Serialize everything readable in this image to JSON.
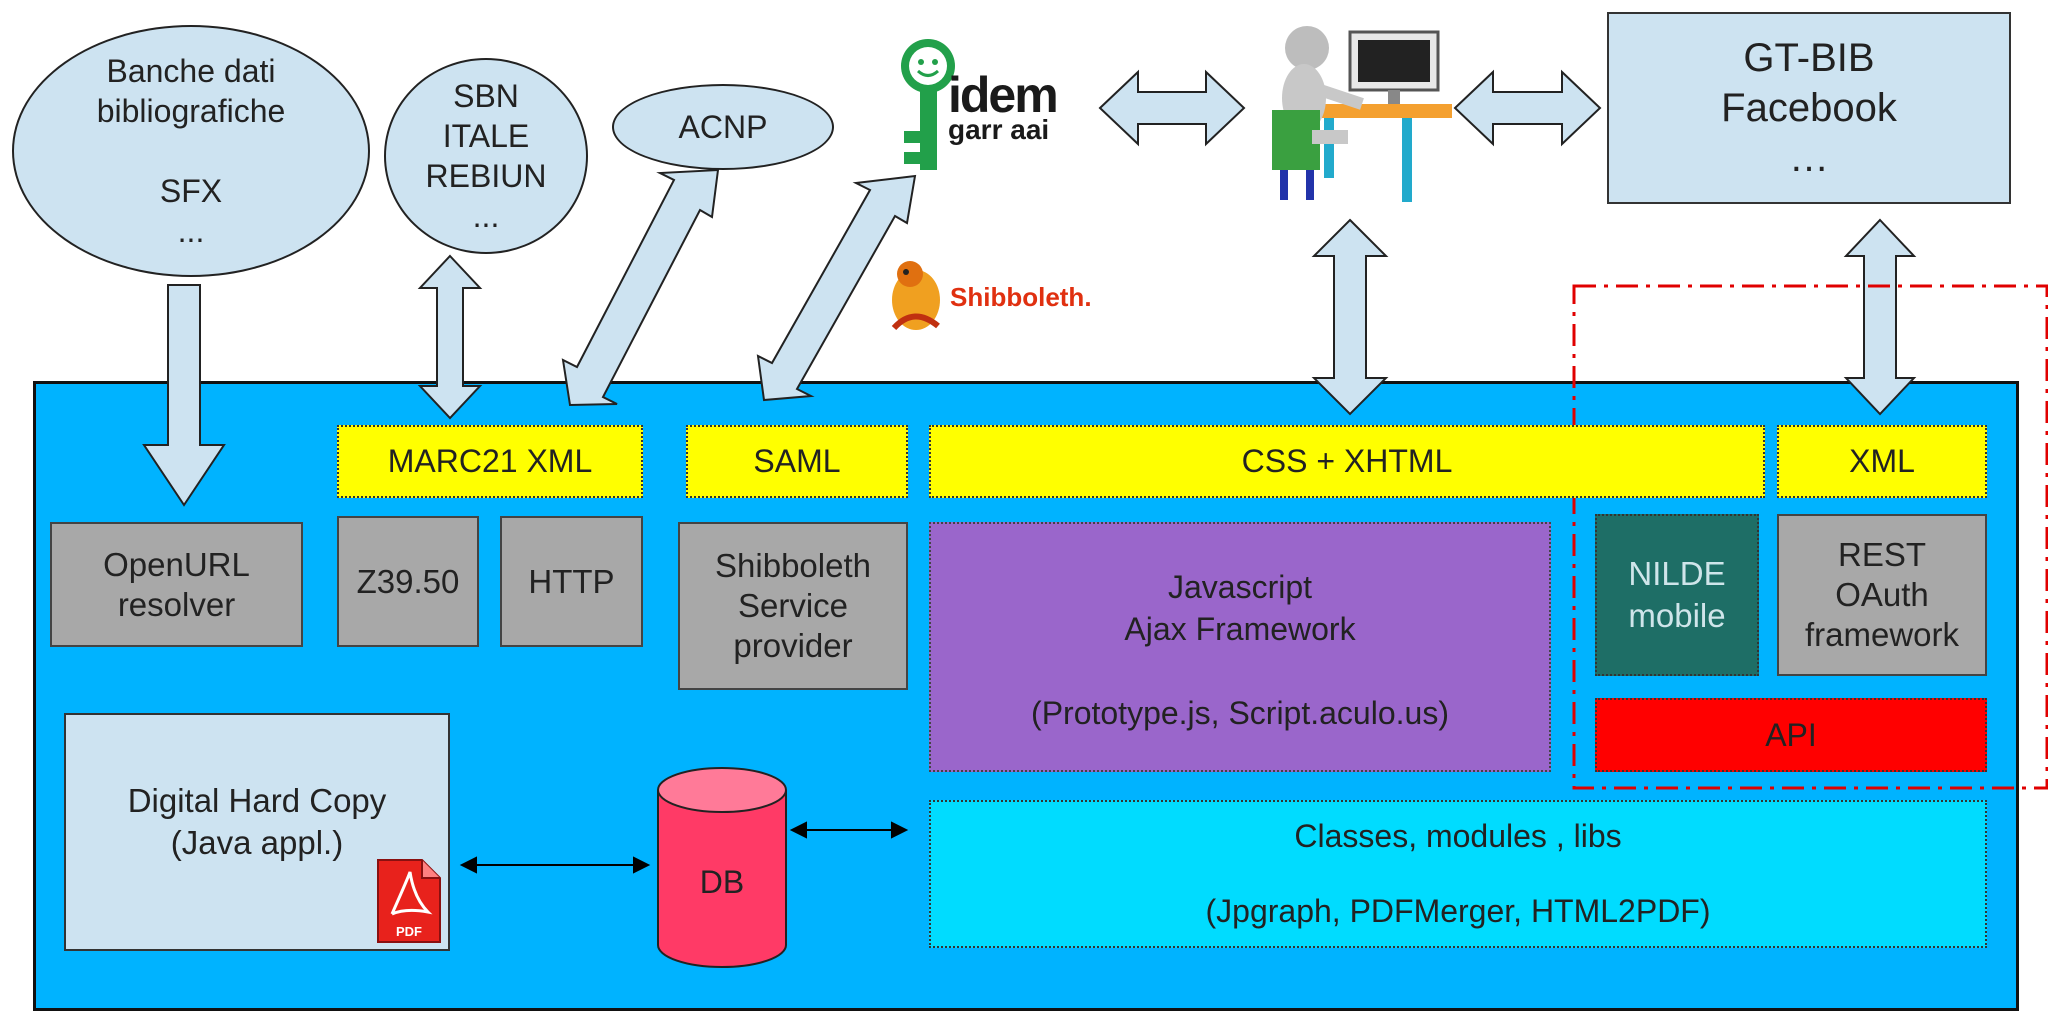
{
  "external": {
    "banche_dati": "Banche dati\nbibliografiche\n\nSFX\n...",
    "sbn": "SBN\nITALE\nREBIUN\n...",
    "acnp": "ACNP",
    "idem_logo": "idem",
    "idem_sub": "garr aai",
    "shibboleth_logo": "Shibboleth.",
    "gtbib": "GT-BIB\nFacebook\n…"
  },
  "bars": {
    "marc21": "MARC21 XML",
    "saml": "SAML",
    "css_xhtml": "CSS + XHTML",
    "xml": "XML"
  },
  "modules": {
    "openurl": "OpenURL\nresolver",
    "z3950": "Z39.50",
    "http": "HTTP",
    "shib_sp": "Shibboleth\nService\nprovider",
    "javascript": "Javascript\nAjax Framework\n\n(Prototype.js, Script.aculo.us)",
    "nilde": "NILDE\nmobile",
    "rest": "REST\nOAuth\nframework",
    "api": "API",
    "dhc": "Digital Hard Copy\n(Java appl.)",
    "pdf_badge": "PDF",
    "db": "DB",
    "classes": "Classes, modules , libs",
    "classes_sub": "(Jpgraph, PDFMerger, HTML2PDF)"
  },
  "colors": {
    "panel": "#00b3ff",
    "yellow_bar": "#ffff00",
    "gray_box": "#a8a8a8",
    "purple_box": "#9a66cb",
    "nilde_box": "#1e6e66",
    "api_box": "#ff0000",
    "db_cylinder": "#ff3a66",
    "light_node": "#cde3f1",
    "classes_box": "#00dcff",
    "dashed_border": "#e00000"
  }
}
